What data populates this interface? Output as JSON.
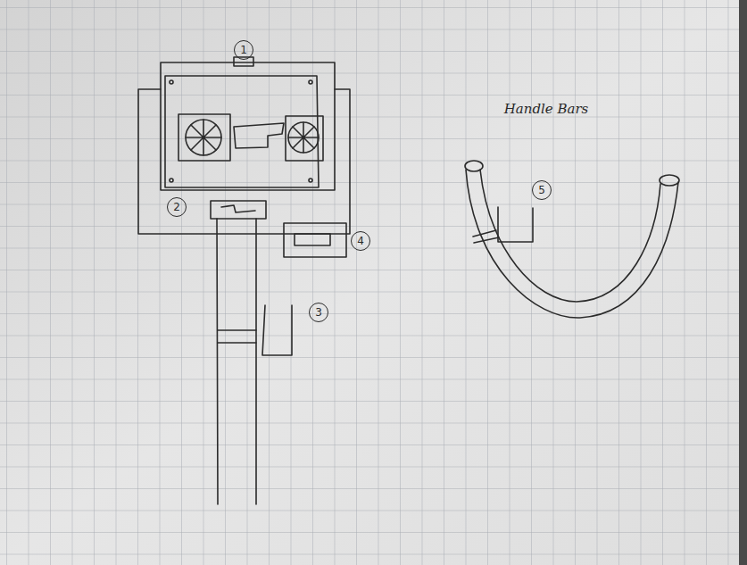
{
  "diagram": {
    "labels": [
      "1",
      "Handle Bars",
      "5",
      "2",
      "4",
      "3"
    ]
  }
}
